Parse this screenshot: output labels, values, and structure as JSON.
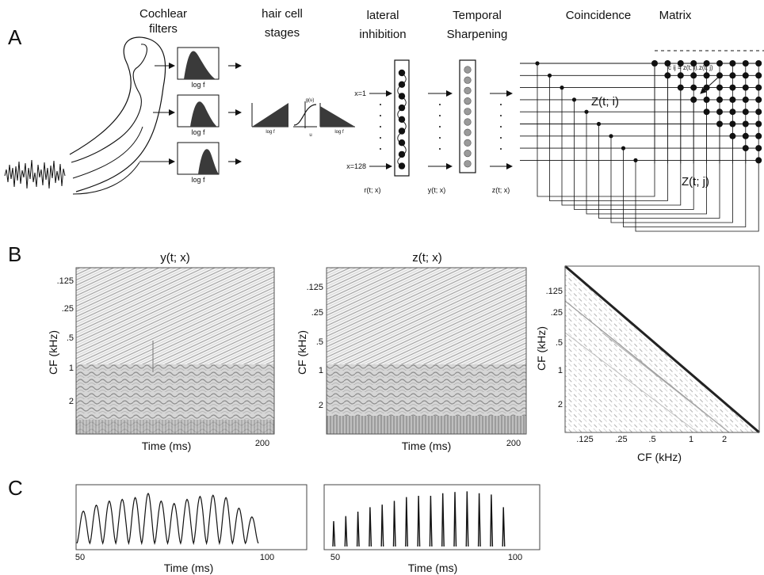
{
  "panels": {
    "a": "A",
    "b": "B",
    "c": "C"
  },
  "stage_headers": {
    "cochlear_line1": "Cochlear",
    "cochlear_line2": "filters",
    "hair_line1": "hair cell",
    "hair_line2": "stages",
    "lateral_line1": "lateral",
    "lateral_line2": "inhibition",
    "temporal_line1": "Temporal",
    "temporal_line2": "Sharpening",
    "coincidence": "Coincidence",
    "matrix": "Matrix"
  },
  "filter_axis_label": "log f",
  "hair_cell_labels": {
    "left": "log f",
    "mid_top": "g(u)",
    "mid": "u",
    "right": "log f"
  },
  "channel_labels": {
    "first": "x=1",
    "last": "x=128"
  },
  "signal_labels": {
    "r": "r(t; x)",
    "y": "y(t; x)",
    "z": "z(t; x)"
  },
  "matrix_labels": {
    "cij": "c ij = z(t; i).z(t; j)",
    "zi": "Z(t; i)",
    "zj": "Z(t; j)"
  },
  "panel_b": {
    "titles": {
      "y": "y(t; x)",
      "z": "z(t; x)"
    },
    "cf_ticks": [
      ".125",
      ".25",
      ".5",
      "1",
      "2"
    ],
    "ylabel": "CF (kHz)",
    "xlabel_time": "Time (ms)",
    "time_end": "200",
    "xlabel_cf": "CF (kHz)"
  },
  "panel_c": {
    "xlabel": "Time (ms)",
    "tick_start": "50",
    "tick_end": "100"
  },
  "colors": {
    "ink": "#111111",
    "fill_dark": "#3a3a3a",
    "neuron_grey": "#9a9a9a",
    "image_grey": "#8a8a8a"
  }
}
